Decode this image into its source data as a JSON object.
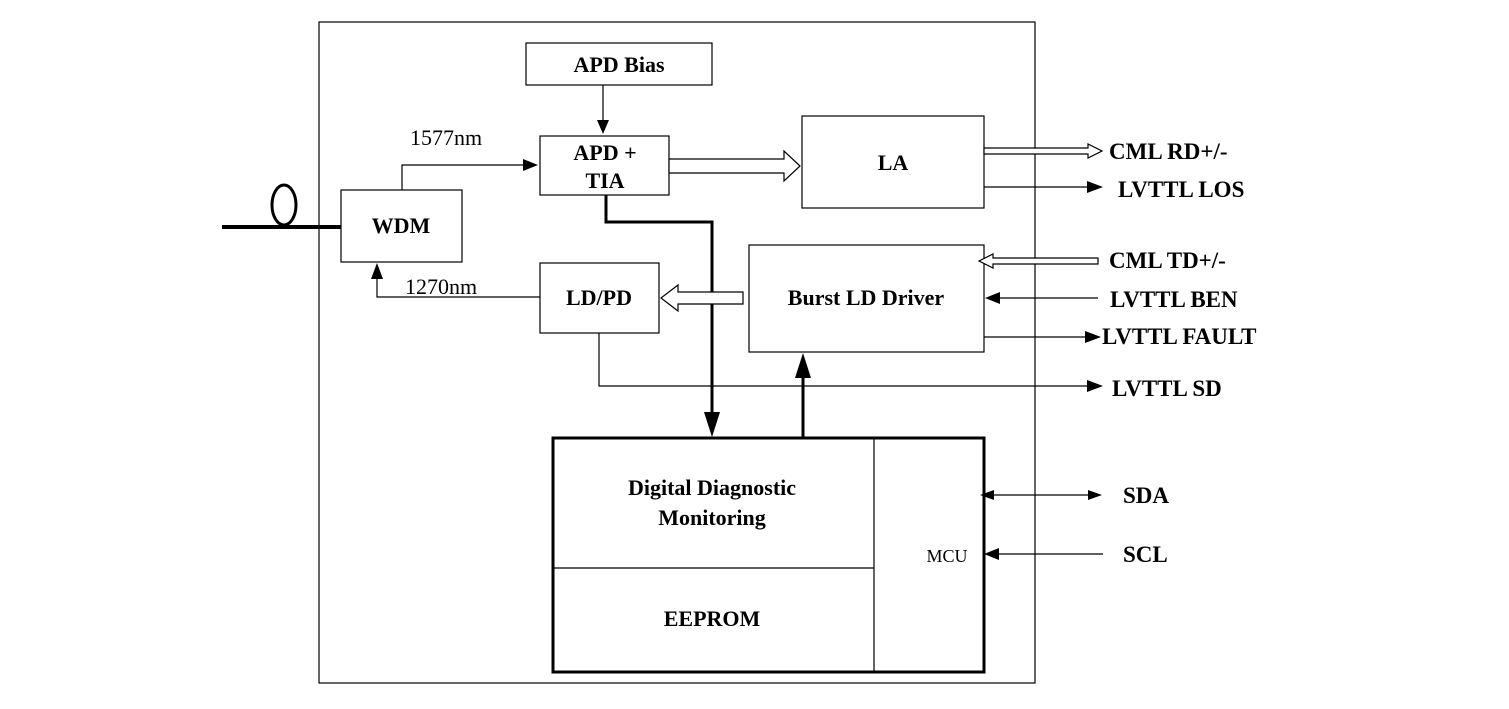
{
  "blocks": {
    "apd_bias": "APD Bias",
    "apd_tia_line1": "APD +",
    "apd_tia_line2": "TIA",
    "la": "LA",
    "wdm": "WDM",
    "ld_pd": "LD/PD",
    "burst_ld_driver": "Burst LD Driver",
    "ddm_line1": "Digital Diagnostic",
    "ddm_line2": "Monitoring",
    "eeprom": "EEPROM",
    "mcu": "MCU"
  },
  "wavelengths": {
    "rx": "1577nm",
    "tx": "1270nm"
  },
  "signals": {
    "cml_rd": "CML RD+/-",
    "lvttl_los": "LVTTL LOS",
    "cml_td": "CML TD+/-",
    "lvttl_ben": "LVTTL BEN",
    "lvttl_fault": "LVTTL FAULT",
    "lvttl_sd": "LVTTL SD",
    "sda": "SDA",
    "scl": "SCL"
  }
}
